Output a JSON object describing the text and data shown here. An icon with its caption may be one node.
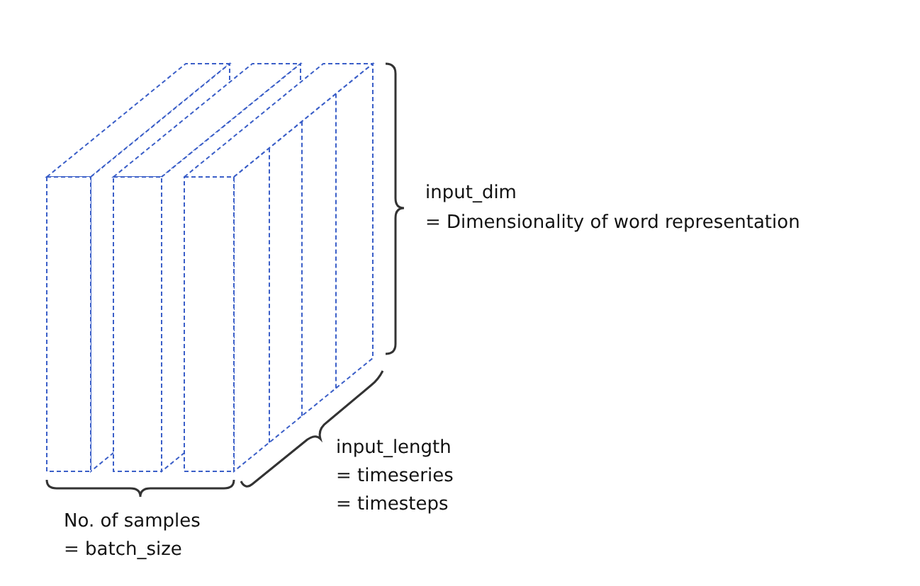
{
  "diagram": {
    "labels": [
      "input_dim",
      "= Dimensionality of word representation",
      "input_length",
      "= timeseries",
      "= timesteps",
      "No. of samples",
      "= batch_size"
    ]
  }
}
